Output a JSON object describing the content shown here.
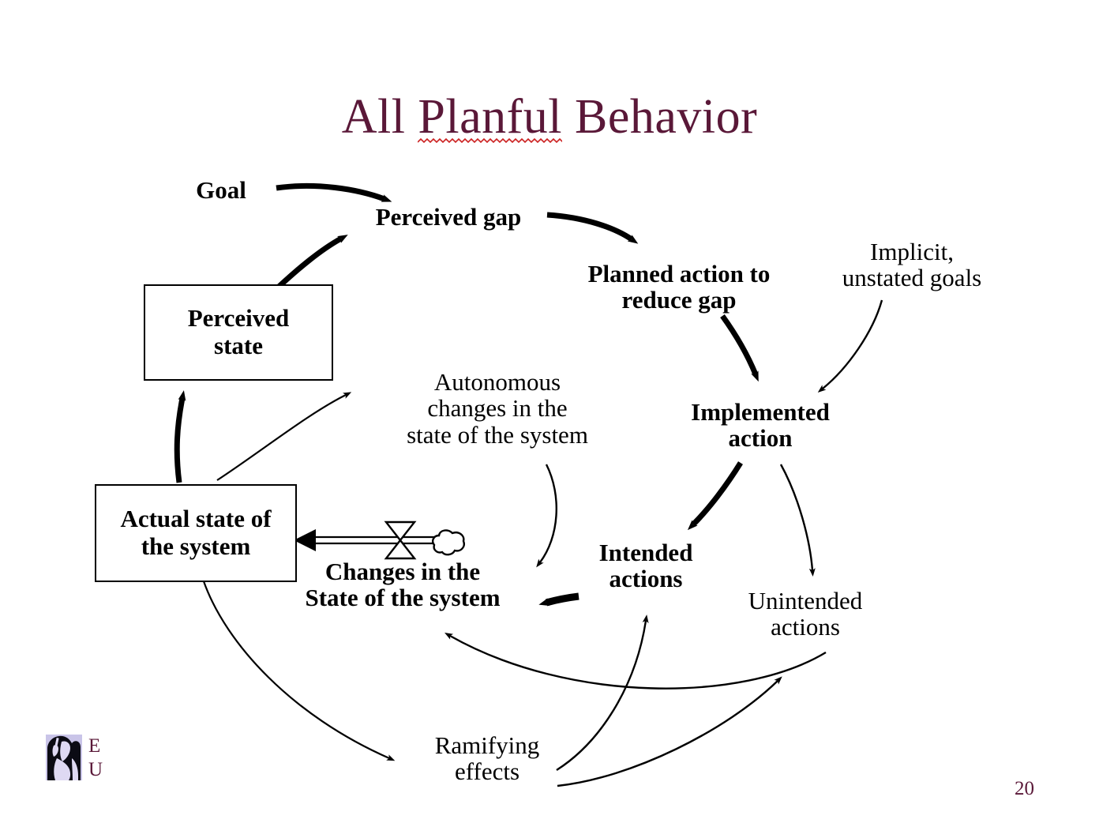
{
  "slide": {
    "title_prefix": "All ",
    "title_misspelled": "Planful",
    "title_suffix": " Behavior",
    "page_number": "20",
    "title_color": "#5a1838",
    "accent_color": "#5a1838",
    "logo_text": "E\nU"
  },
  "nodes": {
    "goal": {
      "label": "Goal",
      "weight": "bold"
    },
    "perceived_gap": {
      "label": "Perceived gap",
      "weight": "bold"
    },
    "planned_action": {
      "label": "Planned action to\nreduce gap",
      "weight": "bold"
    },
    "implicit_goals": {
      "label": "Implicit,\nunstated goals",
      "weight": "plain"
    },
    "implemented_action": {
      "label": "Implemented\naction",
      "weight": "bold"
    },
    "perceived_state": {
      "label": "Perceived\nstate",
      "weight": "bold",
      "boxed": true
    },
    "actual_state": {
      "label": "Actual state of\nthe system",
      "weight": "bold",
      "boxed": true
    },
    "autonomous_changes": {
      "label": "Autonomous\nchanges in the\nstate of the system",
      "weight": "plain"
    },
    "changes_in_state": {
      "label": "Changes in the\nState of the system",
      "weight": "bold"
    },
    "intended_actions": {
      "label": "Intended\nactions",
      "weight": "bold"
    },
    "unintended_actions": {
      "label": "Unintended\nactions",
      "weight": "plain"
    },
    "ramifying_effects": {
      "label": "Ramifying\neffects",
      "weight": "plain"
    }
  },
  "chart_data": {
    "type": "diagram",
    "title": "All Planful Behavior",
    "diagram_kind": "causal-loop / stock-and-flow",
    "nodes": [
      {
        "id": "goal",
        "label": "Goal",
        "shape": "text",
        "bold": true
      },
      {
        "id": "perceived_gap",
        "label": "Perceived gap",
        "shape": "text",
        "bold": true
      },
      {
        "id": "planned_action",
        "label": "Planned action to reduce gap",
        "shape": "text",
        "bold": true
      },
      {
        "id": "implicit_goals",
        "label": "Implicit, unstated goals",
        "shape": "text",
        "bold": false
      },
      {
        "id": "implemented_action",
        "label": "Implemented action",
        "shape": "text",
        "bold": true
      },
      {
        "id": "perceived_state",
        "label": "Perceived state",
        "shape": "box-stock",
        "bold": true
      },
      {
        "id": "actual_state",
        "label": "Actual state of the system",
        "shape": "box-stock",
        "bold": true
      },
      {
        "id": "autonomous_changes",
        "label": "Autonomous changes in the state of the system",
        "shape": "text",
        "bold": false
      },
      {
        "id": "changes_in_state",
        "label": "Changes in the State of the system",
        "shape": "flow-valve",
        "bold": true
      },
      {
        "id": "intended_actions",
        "label": "Intended actions",
        "shape": "text",
        "bold": true
      },
      {
        "id": "unintended_actions",
        "label": "Unintended actions",
        "shape": "text",
        "bold": false
      },
      {
        "id": "ramifying_effects",
        "label": "Ramifying effects",
        "shape": "text",
        "bold": false
      }
    ],
    "edges": [
      {
        "from": "goal",
        "to": "perceived_gap",
        "style": "thick"
      },
      {
        "from": "perceived_state",
        "to": "perceived_gap",
        "style": "thick"
      },
      {
        "from": "perceived_gap",
        "to": "planned_action",
        "style": "thick"
      },
      {
        "from": "planned_action",
        "to": "implemented_action",
        "style": "thick"
      },
      {
        "from": "implicit_goals",
        "to": "implemented_action",
        "style": "thin"
      },
      {
        "from": "implemented_action",
        "to": "intended_actions",
        "style": "thick"
      },
      {
        "from": "implemented_action",
        "to": "unintended_actions",
        "style": "thin"
      },
      {
        "from": "intended_actions",
        "to": "changes_in_state",
        "style": "thick"
      },
      {
        "from": "actual_state",
        "to": "perceived_state",
        "style": "thick"
      },
      {
        "from": "actual_state",
        "to": "autonomous_changes",
        "style": "thin"
      },
      {
        "from": "autonomous_changes",
        "to": "changes_in_state",
        "style": "thin"
      },
      {
        "from": "changes_in_state",
        "to": "actual_state",
        "style": "flow-pipe-with-valve-and-cloud"
      },
      {
        "from": "actual_state",
        "to": "ramifying_effects",
        "style": "thin"
      },
      {
        "from": "ramifying_effects",
        "to": "intended_actions",
        "style": "thin"
      },
      {
        "from": "ramifying_effects",
        "to": "unintended_actions",
        "style": "thin"
      },
      {
        "from": "unintended_actions",
        "to": "changes_in_state",
        "style": "thin"
      }
    ]
  }
}
